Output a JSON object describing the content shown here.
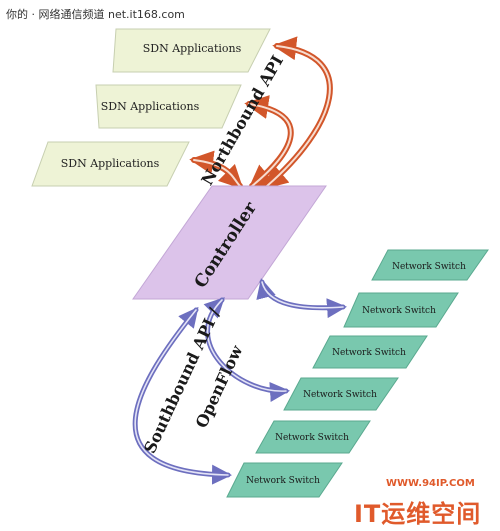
{
  "watermark": {
    "top": "你的 · 网络通信频道 net.it168.com",
    "url": "WWW.94IP.COM",
    "brand": "IT运维空间"
  },
  "diagram": {
    "apps": [
      "SDN Applications",
      "SDN Applications",
      "SDN Applications"
    ],
    "controller": "Controller",
    "northbound": "Northbound API",
    "southbound": [
      "Southbound API /",
      "OpenFlow"
    ],
    "switches": [
      "Network Switch",
      "Network Switch",
      "Network Switch",
      "Network Switch",
      "Network Switch",
      "Network Switch"
    ]
  },
  "colors": {
    "app_fill": "#eef3d6",
    "controller_fill": "#dcc3ea",
    "switch_fill": "#79c8ae",
    "north_arrow": "#d2562a",
    "south_arrow": "#6d6fbf"
  }
}
